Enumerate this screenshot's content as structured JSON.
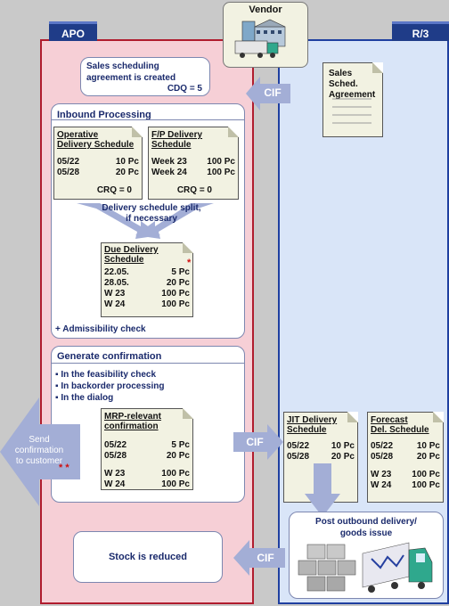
{
  "systems": {
    "apo": "APO",
    "r3": "R/3",
    "vendor": "Vendor"
  },
  "cif": {
    "label": "CIF"
  },
  "sales_agreement": {
    "line1": "Sales scheduling",
    "line2": "agreement is created",
    "cdq": "CDQ = 5"
  },
  "r3_agreement_note": {
    "line1": "Sales Sched.",
    "line2": "Agreement"
  },
  "inbound": {
    "title": "Inbound Processing",
    "operative": {
      "title1": "Operative",
      "title2": "Delivery Schedule",
      "rows": [
        [
          "05/22",
          "10 Pc"
        ],
        [
          "05/28",
          "20 Pc"
        ]
      ],
      "crq": "CRQ = 0"
    },
    "fp": {
      "title1": "F/P Delivery",
      "title2": "Schedule",
      "rows": [
        [
          "Week 23",
          "100 Pc"
        ],
        [
          "Week 24",
          "100 Pc"
        ]
      ],
      "crq": "CRQ = 0"
    },
    "split_line1": "Delivery schedule split,",
    "split_line2": "if necessary",
    "due": {
      "title1": "Due Delivery",
      "title2": "Schedule",
      "asterisk": "*",
      "rows": [
        [
          "22.05.",
          "5 Pc"
        ],
        [
          "28.05.",
          "20 Pc"
        ],
        [
          "W 23",
          "100 Pc"
        ],
        [
          "W 24",
          "100 Pc"
        ]
      ]
    },
    "admissibility": "+ Admissibility check"
  },
  "confirmation": {
    "title": "Generate confirmation",
    "bullets": [
      "In the feasibility check",
      "In backorder processing",
      "In the dialog"
    ],
    "mrp": {
      "title1": "MRP-relevant",
      "title2": "confirmation",
      "rows": [
        [
          "05/22",
          "5 Pc"
        ],
        [
          "05/28",
          "20 Pc"
        ],
        [
          "W 23",
          "100 Pc"
        ],
        [
          "W 24",
          "100 Pc"
        ]
      ]
    }
  },
  "send_confirmation": {
    "line1": "Send",
    "line2": "confirmation",
    "line3": "to customer",
    "marks": "* *"
  },
  "jit": {
    "title1": "JIT Delivery",
    "title2": "Schedule",
    "rows": [
      [
        "05/22",
        "10 Pc"
      ],
      [
        "05/28",
        "20 Pc"
      ]
    ]
  },
  "forecast": {
    "title1": "Forecast",
    "title2": "Del. Schedule",
    "rows": [
      [
        "05/22",
        "10 Pc"
      ],
      [
        "05/28",
        "20 Pc"
      ],
      [
        "W 23",
        "100 Pc"
      ],
      [
        "W 24",
        "100 Pc"
      ]
    ]
  },
  "post_outbound": {
    "line1": "Post outbound delivery/",
    "line2": "goods issue"
  },
  "stock": {
    "label": "Stock is reduced"
  },
  "colors": {
    "apo_bg": "#f6cfd6",
    "apo_border": "#b01c2e",
    "r3_bg": "#d9e5f8",
    "r3_border": "#1f3fa0",
    "arrow": "#a3aed6",
    "header": "#1f3c88"
  },
  "icons": {
    "vendor": "factory-truck-icon",
    "warehouse": "warehouse-boxes-truck-icon"
  }
}
